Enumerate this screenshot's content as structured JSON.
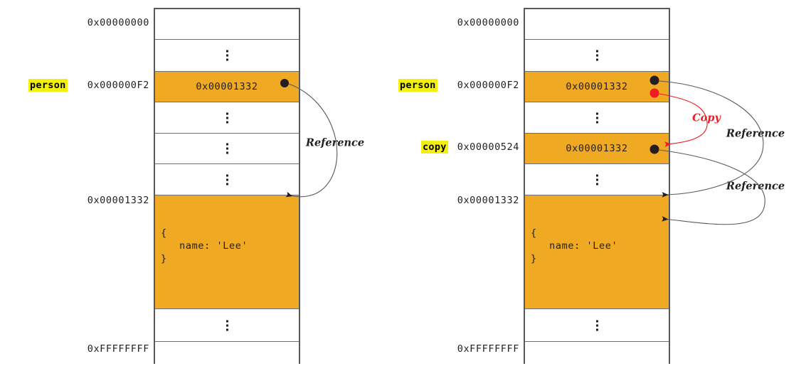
{
  "diagram": {
    "title": "JavaScript object reference vs copy memory layout",
    "colors": {
      "orange_cell": "#efa923",
      "highlight_yellow": "#f3f00c",
      "border_gray": "#59595b",
      "row_divider": "#6d6e71",
      "text": "#231f20",
      "copy_red": "#ef1c24"
    },
    "panels": [
      {
        "id": "left",
        "gutter_addresses": [
          {
            "text": "0x00000000",
            "row": 0
          },
          {
            "text": "0x000000F2",
            "row": 2
          },
          {
            "text": "0x00001332",
            "row": 6
          },
          {
            "text": "0xFFFFFFFF",
            "row": 8
          }
        ],
        "variables": [
          {
            "name": "person",
            "row": 2
          }
        ],
        "rows": [
          {
            "kind": "empty",
            "filled": false,
            "value": ""
          },
          {
            "kind": "ellipsis",
            "filled": false,
            "value": ""
          },
          {
            "kind": "value",
            "filled": true,
            "value": "0x00001332"
          },
          {
            "kind": "ellipsis",
            "filled": false,
            "value": ""
          },
          {
            "kind": "ellipsis",
            "filled": false,
            "value": ""
          },
          {
            "kind": "ellipsis",
            "filled": false,
            "value": ""
          },
          {
            "kind": "object",
            "filled": true,
            "value": "{\n   name: 'Lee'\n}"
          },
          {
            "kind": "ellipsis",
            "filled": false,
            "value": ""
          },
          {
            "kind": "empty",
            "filled": false,
            "value": ""
          }
        ],
        "annotations": [
          {
            "label": "Reference",
            "color": "black"
          }
        ]
      },
      {
        "id": "right",
        "gutter_addresses": [
          {
            "text": "0x00000000",
            "row": 0
          },
          {
            "text": "0x000000F2",
            "row": 2
          },
          {
            "text": "0x00000524",
            "row": 4
          },
          {
            "text": "0x00001332",
            "row": 6
          },
          {
            "text": "0xFFFFFFFF",
            "row": 8
          }
        ],
        "variables": [
          {
            "name": "person",
            "row": 2
          },
          {
            "name": "copy",
            "row": 4
          }
        ],
        "rows": [
          {
            "kind": "empty",
            "filled": false,
            "value": ""
          },
          {
            "kind": "ellipsis",
            "filled": false,
            "value": ""
          },
          {
            "kind": "value",
            "filled": true,
            "value": "0x00001332"
          },
          {
            "kind": "ellipsis",
            "filled": false,
            "value": ""
          },
          {
            "kind": "value",
            "filled": true,
            "value": "0x00001332"
          },
          {
            "kind": "ellipsis",
            "filled": false,
            "value": ""
          },
          {
            "kind": "object",
            "filled": true,
            "value": "{\n   name: 'Lee'\n}"
          },
          {
            "kind": "ellipsis",
            "filled": false,
            "value": ""
          },
          {
            "kind": "empty",
            "filled": false,
            "value": ""
          }
        ],
        "annotations": [
          {
            "label": "Copy",
            "color": "red"
          },
          {
            "label": "Reference",
            "color": "black"
          },
          {
            "label": "Reference",
            "color": "black"
          }
        ]
      }
    ]
  },
  "labels": {
    "left": {
      "addr_top": "0x00000000",
      "addr_person": "0x000000F2",
      "addr_object": "0x00001332",
      "addr_bottom": "0xFFFFFFFF",
      "var_person": "person",
      "cell_person": "0x00001332",
      "object_body": "{\n   name: 'Lee'\n}",
      "anno_reference": "Reference"
    },
    "right": {
      "addr_top": "0x00000000",
      "addr_person": "0x000000F2",
      "addr_copy": "0x00000524",
      "addr_object": "0x00001332",
      "addr_bottom": "0xFFFFFFFF",
      "var_person": "person",
      "var_copy": "copy",
      "cell_person": "0x00001332",
      "cell_copy": "0x00001332",
      "object_body": "{\n   name: 'Lee'\n}",
      "anno_copy": "Copy",
      "anno_reference_1": "Reference",
      "anno_reference_2": "Reference"
    }
  }
}
